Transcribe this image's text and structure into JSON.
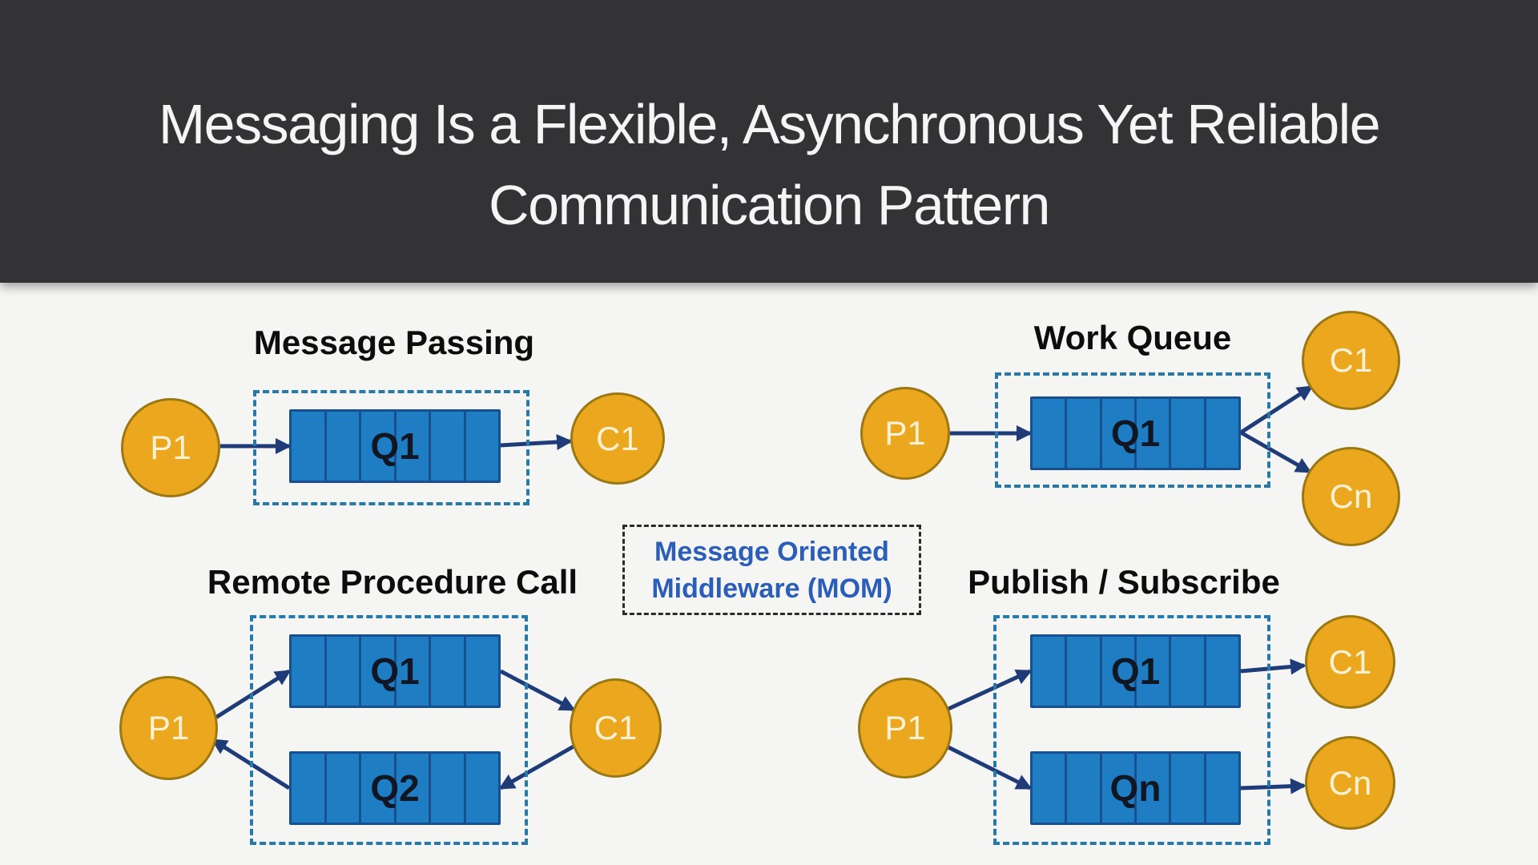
{
  "header": {
    "title_line1": "Messaging Is a Flexible, Asynchronous Yet Reliable",
    "title_line2": "Communication Pattern"
  },
  "diagrams": {
    "message_passing": {
      "title": "Message Passing",
      "producer": "P1",
      "queue": "Q1",
      "consumer": "C1"
    },
    "work_queue": {
      "title": "Work Queue",
      "producer": "P1",
      "queue": "Q1",
      "consumer_first": "C1",
      "consumer_n": "Cn"
    },
    "remote_procedure_call": {
      "title": "Remote Procedure Call",
      "producer": "P1",
      "request_queue": "Q1",
      "reply_queue": "Q2",
      "consumer": "C1"
    },
    "publish_subscribe": {
      "title": "Publish / Subscribe",
      "producer": "P1",
      "queue_first": "Q1",
      "queue_n": "Qn",
      "consumer_first": "C1",
      "consumer_n": "Cn"
    }
  },
  "mom_box": {
    "line1": "Message Oriented",
    "line2": "Middleware (MOM)"
  },
  "colors": {
    "header_bg": "#333336",
    "body_bg": "#f5f5f4",
    "title_text": "#f5f5f5",
    "node_fill": "#eba81e",
    "node_border": "#9c7813",
    "node_text": "#fbf2d6",
    "queue_fill": "#1f7dc4",
    "queue_border": "#174f8f",
    "queue_text": "#111722",
    "dash_box": "#2579ab",
    "arrow": "#1f3c78",
    "mom_text": "#2b5eb8",
    "mom_border": "#2b2b2b",
    "section_title": "#0d0d0d"
  }
}
